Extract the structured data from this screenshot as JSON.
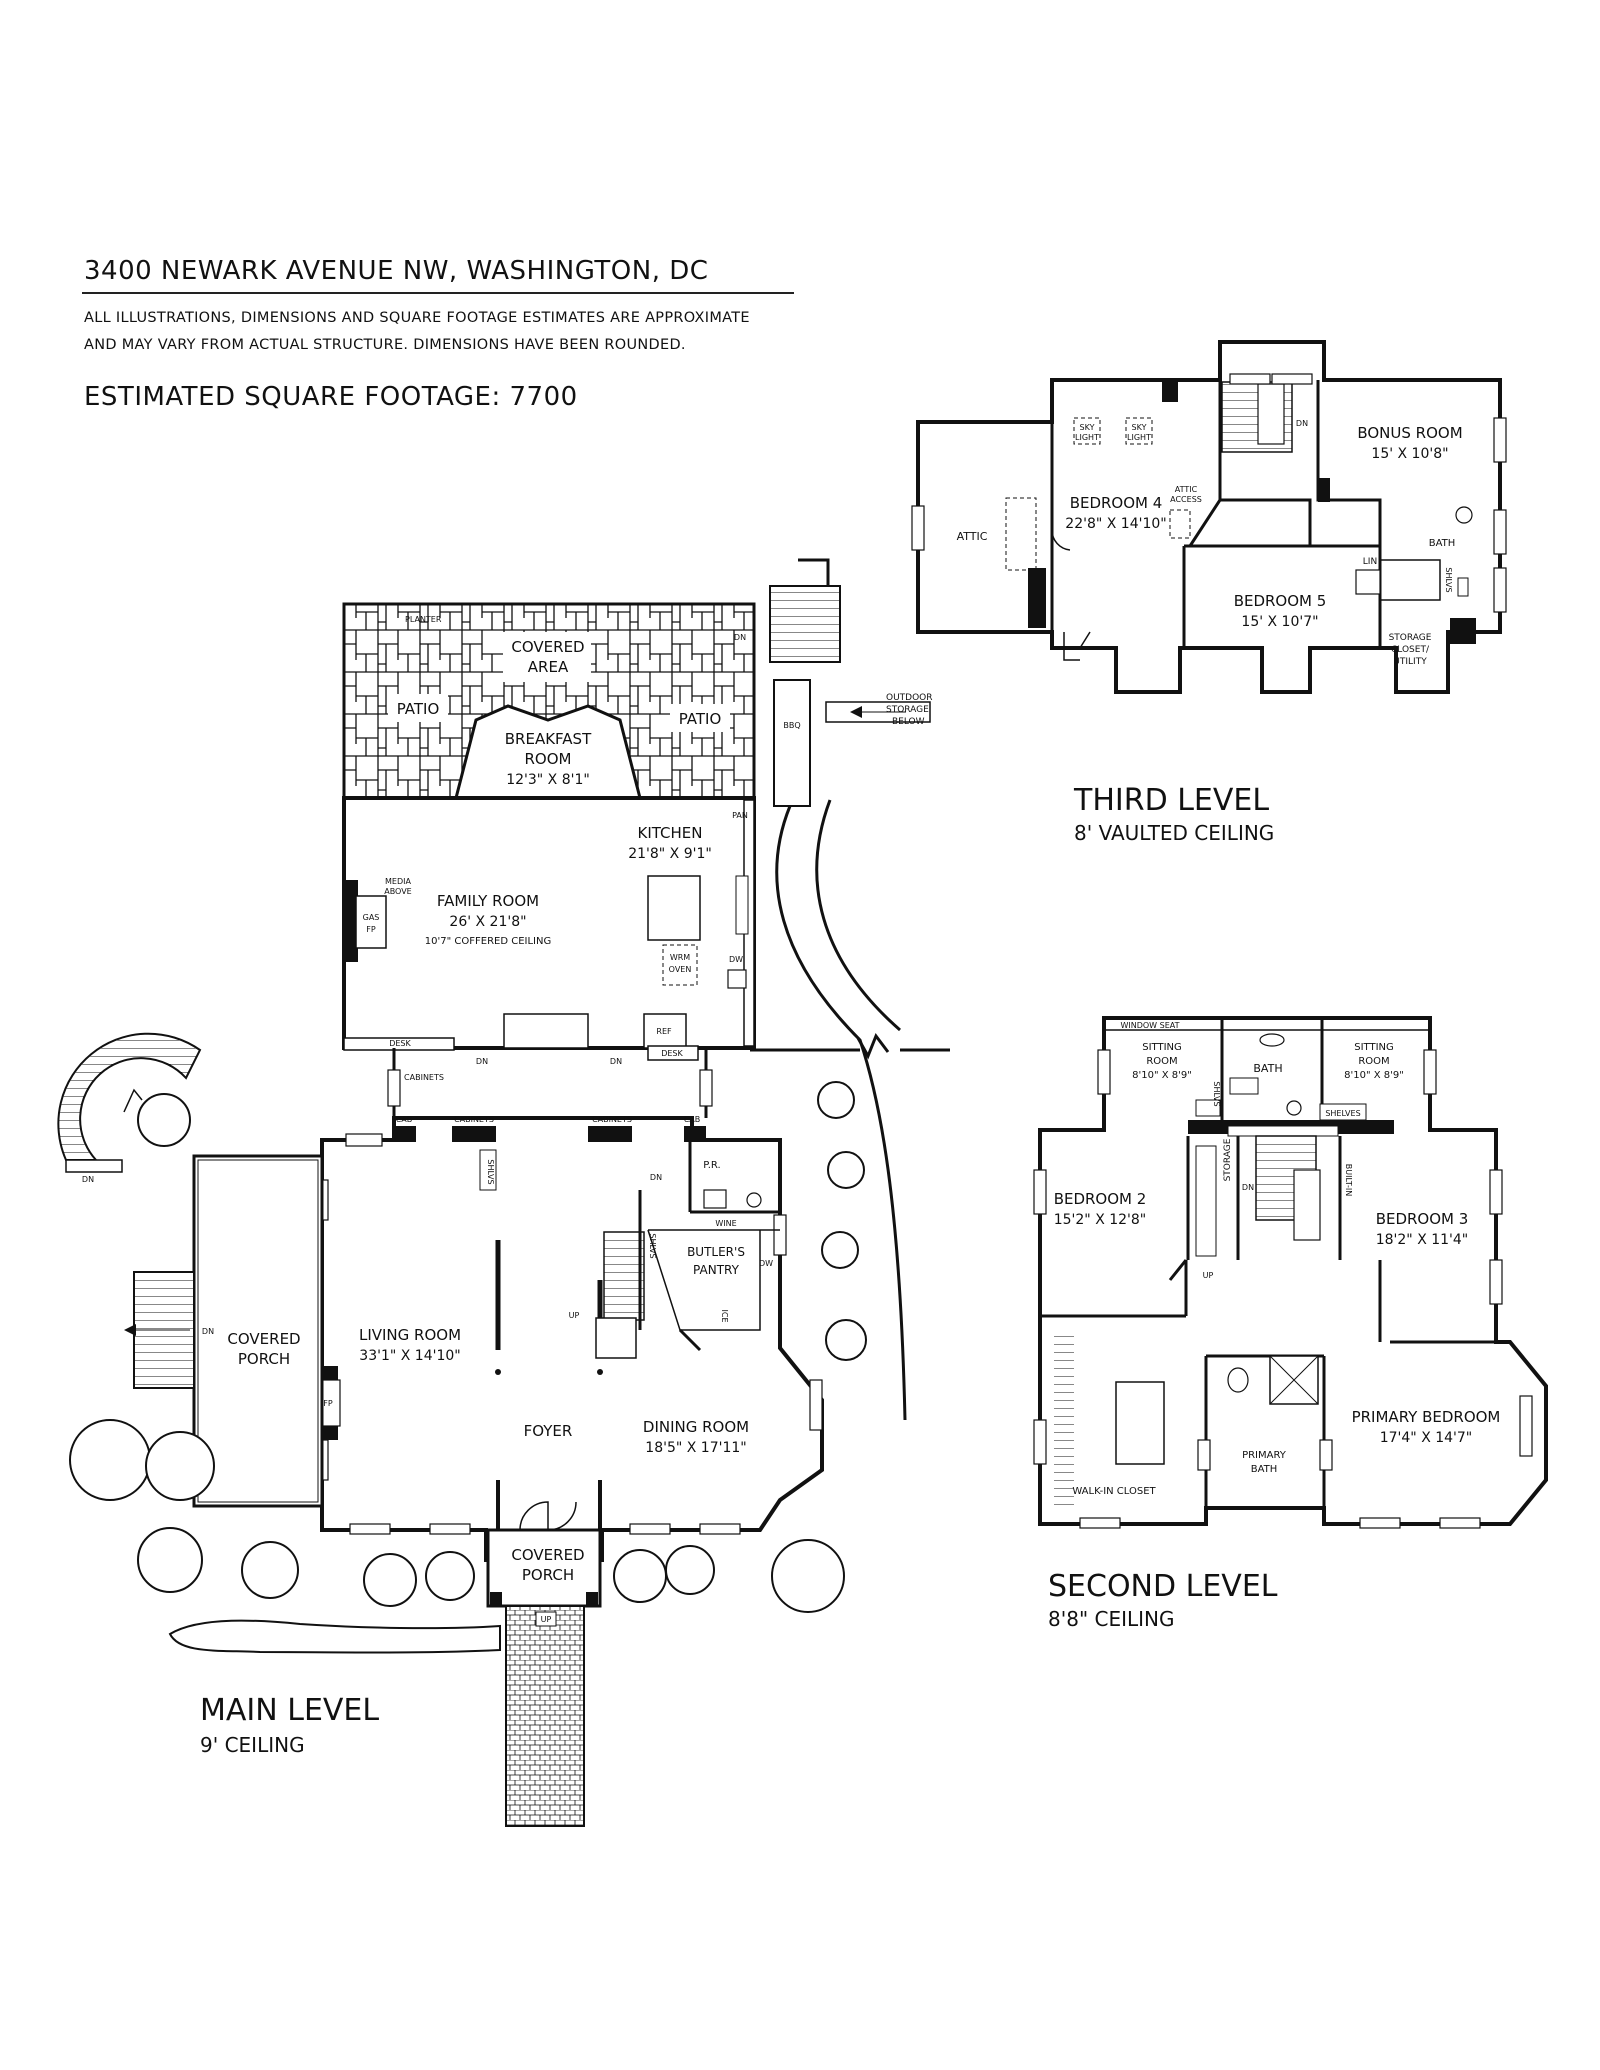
{
  "header": {
    "address": "3400 NEWARK AVENUE NW, WASHINGTON, DC",
    "disclaimer_line1": "ALL ILLUSTRATIONS, DIMENSIONS AND SQUARE FOOTAGE ESTIMATES ARE APPROXIMATE",
    "disclaimer_line2": "AND MAY VARY FROM ACTUAL STRUCTURE. DIMENSIONS HAVE BEEN ROUNDED.",
    "square_footage": "ESTIMATED SQUARE FOOTAGE: 7700"
  },
  "levels": {
    "main": {
      "name": "MAIN LEVEL",
      "ceiling": "9' CEILING"
    },
    "second": {
      "name": "SECOND LEVEL",
      "ceiling": "8'8\" CEILING"
    },
    "third": {
      "name": "THIRD LEVEL",
      "ceiling": "8' VAULTED CEILING"
    }
  },
  "main_rooms": {
    "planter": "PLANTER",
    "covered_area_1": "COVERED",
    "covered_area_2": "AREA",
    "patio_left": "PATIO",
    "patio_right": "PATIO",
    "breakfast_1": "BREAKFAST",
    "breakfast_2": "ROOM",
    "breakfast_dim": "12'3\" X 8'1\"",
    "kitchen": "KITCHEN",
    "kitchen_dim": "21'8\" X 9'1\"",
    "family_room": "FAMILY ROOM",
    "family_dim": "26' X 21'8\"",
    "family_ceiling": "10'7\" COFFERED CEILING",
    "media_1": "MEDIA",
    "media_2": "ABOVE",
    "gas": "GAS",
    "fp": "FP",
    "bbq": "BBQ",
    "outdoor_1": "OUTDOOR",
    "outdoor_2": "STORAGE",
    "outdoor_3": "BELOW",
    "pan": "PAN",
    "wrm_1": "WRM",
    "wrm_2": "OVEN",
    "dw": "DW",
    "desk_left": "DESK",
    "desk_right": "DESK",
    "ref": "REF",
    "dn_a": "DN",
    "dn_b": "DN",
    "cabinets_low": "CABINETS",
    "cab_left": "CAB",
    "cabinets_mid_left": "CABINETS",
    "cabinets_mid_right": "CABINETS",
    "cab_right": "CAB",
    "shlvs": "SHLVS",
    "pr": "P.R.",
    "wine": "WINE",
    "butlers_1": "BUTLER'S",
    "butlers_2": "PANTRY",
    "dw_pantry": "DW",
    "ice": "ICE",
    "shlvs_stair": "SHLVS",
    "dn_stair": "DN",
    "up_stair": "UP",
    "living_room": "LIVING ROOM",
    "living_dim": "33'1\" X 14'10\"",
    "covered_porch_1": "COVERED",
    "covered_porch_2": "PORCH",
    "fp_living": "FP",
    "dn_porch": "DN",
    "dn_spiral": "DN",
    "foyer": "FOYER",
    "dining_room": "DINING ROOM",
    "dining_dim": "18'5\" X 17'11\"",
    "front_porch_1": "COVERED",
    "front_porch_2": "PORCH",
    "up_walk": "UP",
    "dn_patio": "DN"
  },
  "third_rooms": {
    "attic": "ATTIC",
    "sky_1a": "SKY",
    "sky_1b": "LIGHT",
    "sky_2a": "SKY",
    "sky_2b": "LIGHT",
    "attic_access_1": "ATTIC",
    "attic_access_2": "ACCESS",
    "bedroom4": "BEDROOM 4",
    "bedroom4_dim": "22'8\" X 14'10\"",
    "dn": "DN",
    "bonus": "BONUS ROOM",
    "bonus_dim": "15' X 10'8\"",
    "bath": "BATH",
    "lin": "LIN",
    "shlvs": "SHLVS",
    "bedroom5": "BEDROOM 5",
    "bedroom5_dim": "15' X 10'7\"",
    "storage_1": "STORAGE",
    "storage_2": "CLOSET/",
    "storage_3": "UTILITY"
  },
  "second_rooms": {
    "window_seat": "WINDOW SEAT",
    "sitting_left": "SITTING",
    "sitting_left_2": "ROOM",
    "sitting_left_dim": "8'10\" X 8'9\"",
    "bath": "BATH",
    "sitting_right": "SITTING",
    "sitting_right_2": "ROOM",
    "sitting_right_dim": "8'10\" X 8'9\"",
    "shlvs": "SHLVS",
    "shelves_top": "SHELVES",
    "shelves_mid": "SHELVES",
    "storage": "STORAGE",
    "built_in": "BUILT-IN",
    "dn": "DN",
    "up": "UP",
    "bedroom2": "BEDROOM 2",
    "bedroom2_dim": "15'2\" X 12'8\"",
    "bedroom3": "BEDROOM 3",
    "bedroom3_dim": "18'2\" X 11'4\"",
    "walk_in": "WALK-IN CLOSET",
    "primary_bath_1": "PRIMARY",
    "primary_bath_2": "BATH",
    "primary_bedroom": "PRIMARY BEDROOM",
    "primary_dim": "17'4\" X 14'7\""
  }
}
